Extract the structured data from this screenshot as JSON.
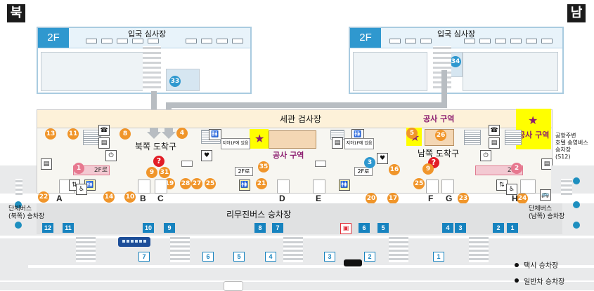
{
  "compass": {
    "north": "북",
    "south": "남"
  },
  "floor2f_left": {
    "tag": "2F",
    "title": "입국 심사장",
    "marker": "33"
  },
  "floor2f_right": {
    "tag": "2F",
    "title": "입국 심사장",
    "marker": "34"
  },
  "hall": {
    "customs_title": "세관  검사장",
    "construction_top": "공사  구역",
    "north_arrival": "북쪽 도착구",
    "south_arrival": "남쪽 도착구",
    "construction_left": "공사  구역",
    "construction_right": "공사  구역",
    "b1_note": "지하1F에 있음",
    "b1_note2": "지하1F에 있음",
    "to_2f": "2F로"
  },
  "gates": [
    "A",
    "B",
    "C",
    "D",
    "E",
    "F",
    "G",
    "H"
  ],
  "markers": {
    "orange": [
      "13",
      "11",
      "8",
      "4",
      "5",
      "26",
      "9",
      "31",
      "19",
      "28",
      "27",
      "25",
      "35",
      "21",
      "14",
      "10",
      "22",
      "16",
      "9",
      "20",
      "17",
      "25",
      "23",
      "24"
    ],
    "pink": [
      "1",
      "2"
    ],
    "blue": [
      "3"
    ]
  },
  "bus": {
    "title": "리무진버스 승차장",
    "top_row": [
      "12",
      "11",
      "10",
      "9",
      "8",
      "7",
      "6",
      "5",
      "4",
      "3",
      "2",
      "1"
    ],
    "bottom_row": [
      "7",
      "6",
      "5",
      "4",
      "3",
      "2",
      "1"
    ]
  },
  "labels": {
    "shuttle_north": "단체버스\n(북쪽) 승차장",
    "shuttle_south": "단체버스\n(남쪽) 승차장",
    "hotel_bus": "공항주변\n호텔 송영버스\n승차장\n(S12)",
    "taxi": "택시 승차장",
    "car": "일반차 승차장"
  },
  "colors": {
    "accent_blue": "#2f98cf",
    "orange": "#f0952a",
    "construction": "#ffff00",
    "construction_text": "#8c1d6f",
    "bay": "#1783bf"
  }
}
